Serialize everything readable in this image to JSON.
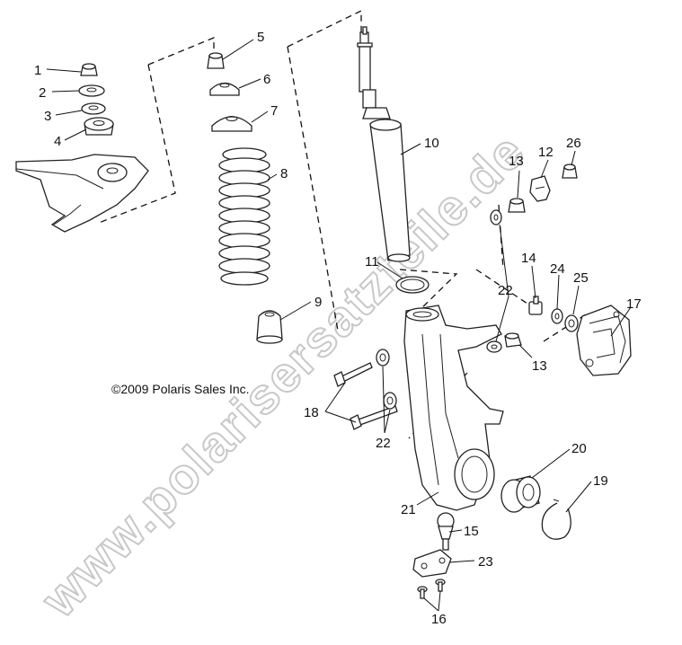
{
  "watermark": "www.polarisersatzteile.de",
  "copyright": "©2009 Polaris Sales Inc.",
  "callouts": {
    "c1": "1",
    "c2": "2",
    "c3": "3",
    "c4": "4",
    "c5": "5",
    "c6": "6",
    "c7": "7",
    "c8": "8",
    "c9": "9",
    "c10": "10",
    "c11": "11",
    "c12": "12",
    "c13a": "13",
    "c13b": "13",
    "c14": "14",
    "c15": "15",
    "c16": "16",
    "c17": "17",
    "c18": "18",
    "c19": "19",
    "c20": "20",
    "c21": "21",
    "c22a": "22",
    "c22b": "22",
    "c23": "23",
    "c24": "24",
    "c25": "25",
    "c26": "26"
  }
}
